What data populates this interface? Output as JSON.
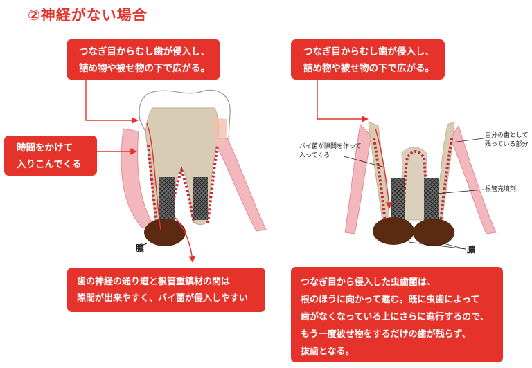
{
  "title": "②神経がない場合",
  "callouts": {
    "left_top": [
      "つなぎ目からむし歯が侵入し、",
      "詰め物や被せ物の下で広がる。"
    ],
    "right_top": [
      "つなぎ目からむし歯が侵入し、",
      "詰め物や被せ物の下で広がる。"
    ],
    "left_side": [
      "時間をかけて",
      "入りこんでくる"
    ],
    "left_bottom": [
      "歯の神経の通り道と根管重鎮材の間は",
      "隙間が出来やすく、バイ菌が侵入しやすい"
    ],
    "right_bottom": [
      "つなぎ目から侵入した虫歯菌は、",
      "根のほうに向かって進む。既に虫歯によって",
      "歯がなくなっている上にさらに進行するので、",
      "もう一度被せ物をするだけの歯が残らず、",
      "抜歯となる。"
    ]
  },
  "labels": {
    "bacteria_gap": [
      "バイ菌が隙間を作って",
      "入ってくる"
    ],
    "remaining_tooth": [
      "自分の歯として",
      "残っている部分"
    ],
    "root_filling": "根管充填剤",
    "pus_left": "膿",
    "pus_right": "膿"
  },
  "colors": {
    "accent": "#e5322b",
    "gum": "#f2b8bd",
    "tooth": "#d8ccb4",
    "pus": "#5a2a12"
  }
}
